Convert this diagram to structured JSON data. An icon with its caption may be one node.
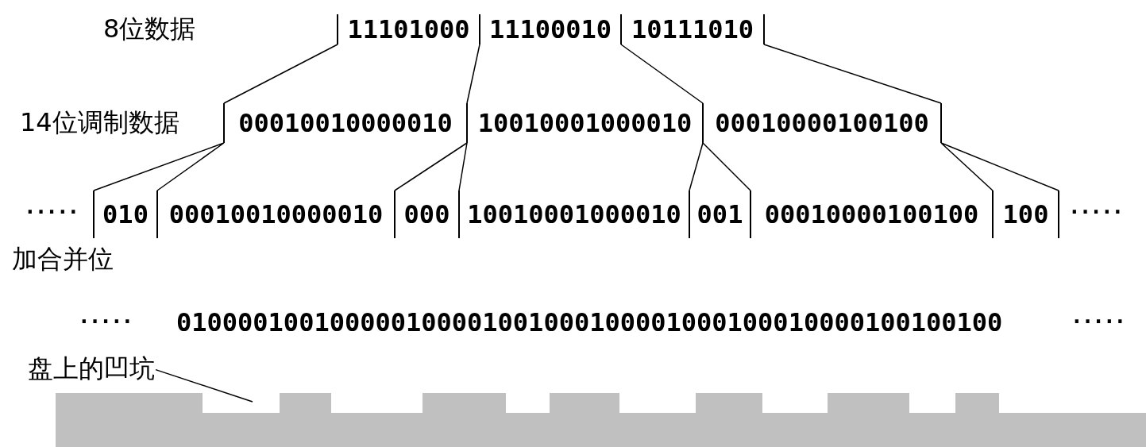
{
  "diagram": {
    "nodes": [
      {
        "text": [
          "11101000"
        ]
      },
      {
        "text": [
          "11100010"
        ]
      },
      {
        "text": [
          "10111010"
        ]
      },
      {
        "text": [
          "00010010000010"
        ]
      },
      {
        "text": [
          "10010001000010"
        ]
      },
      {
        "text": [
          "00010000100100"
        ]
      },
      {
        "text": [
          "010"
        ]
      },
      {
        "text": [
          "00010010000010"
        ]
      },
      {
        "text": [
          "000"
        ]
      },
      {
        "text": [
          "10010001000010"
        ]
      },
      {
        "text": [
          "001"
        ]
      },
      {
        "text": [
          "00010000100100"
        ]
      },
      {
        "text": [
          "100"
        ]
      },
      {
        "text": [
          "盘上的凹坑"
        ]
      }
    ],
    "edges": [
      {
        "from": 0,
        "to": 3,
        "arrow": "none"
      },
      {
        "from": 1,
        "to": 4,
        "arrow": "none"
      },
      {
        "from": 2,
        "to": 5,
        "arrow": "none"
      },
      {
        "from": 2,
        "to": 5,
        "arrow": "none"
      },
      {
        "from": 3,
        "to": 6,
        "arrow": "none"
      },
      {
        "from": 4,
        "to": 8,
        "arrow": "none"
      },
      {
        "from": 5,
        "to": 10,
        "arrow": "none"
      },
      {
        "from": 5,
        "to": 12,
        "arrow": "none"
      },
      {
        "from": 13,
        "to": null,
        "arrow": "none"
      }
    ],
    "labels": [
      "8位数据",
      "14位调制数据",
      "·····",
      "·····",
      "加合并位",
      "·····",
      "010000100100000100001001000100001000100010000100100100",
      "·····"
    ]
  }
}
